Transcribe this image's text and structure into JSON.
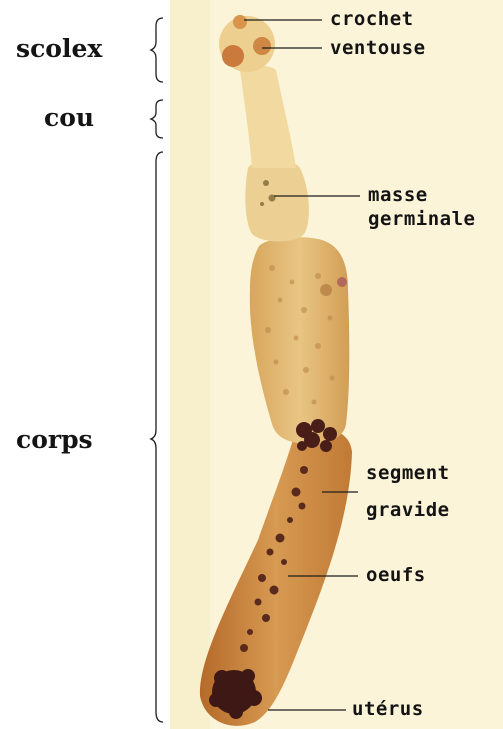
{
  "sections": {
    "scolex": "scolex",
    "cou": "cou",
    "corps": "corps"
  },
  "parts": {
    "crochet": "crochet",
    "ventouse": "ventouse",
    "masse_line1": "masse",
    "masse_line2": "germinale",
    "segment_line1": "segment",
    "segment_line2": "gravide",
    "oeufs": "oeufs",
    "uterus": "utérus"
  },
  "colors": {
    "background": "#ffffff",
    "slide_background": "#fbf4d8",
    "body_fill": "#dcaa5e",
    "gravid_fill": "#c9803a",
    "eggs": "#4a1e18",
    "ink": "#141414"
  }
}
